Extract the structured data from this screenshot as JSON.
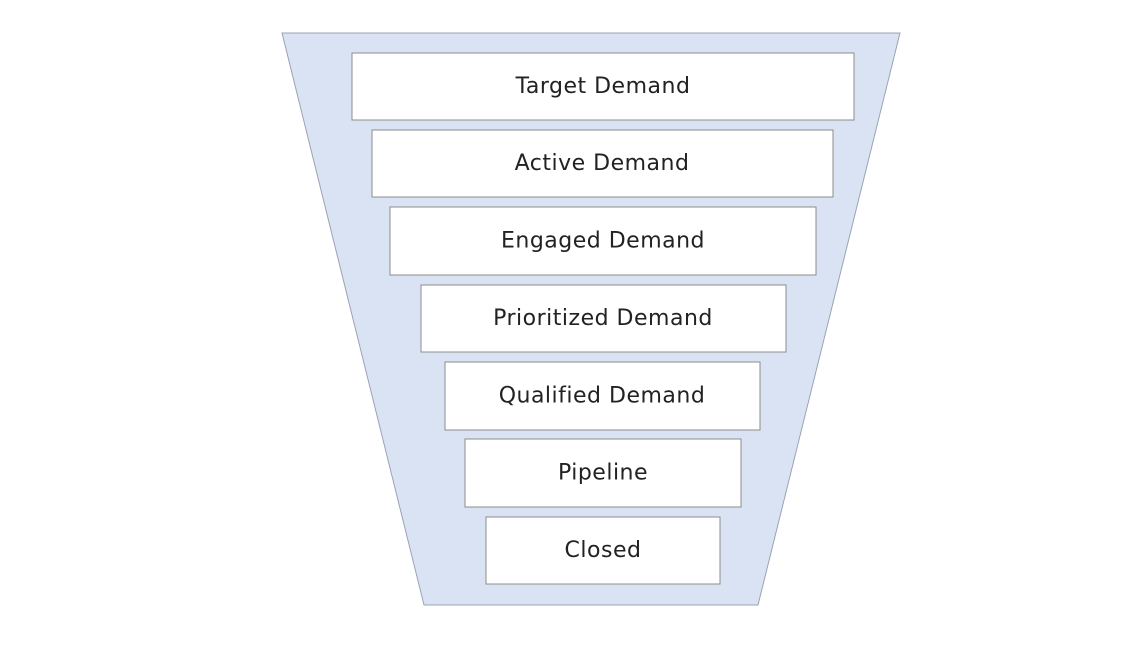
{
  "diagram": {
    "type": "funnel",
    "fill_color": "#dae3f3",
    "stages": [
      {
        "label": "Target Demand"
      },
      {
        "label": "Active Demand"
      },
      {
        "label": "Engaged Demand"
      },
      {
        "label": "Prioritized Demand"
      },
      {
        "label": "Qualified Demand"
      },
      {
        "label": "Pipeline"
      },
      {
        "label": "Closed"
      }
    ]
  }
}
